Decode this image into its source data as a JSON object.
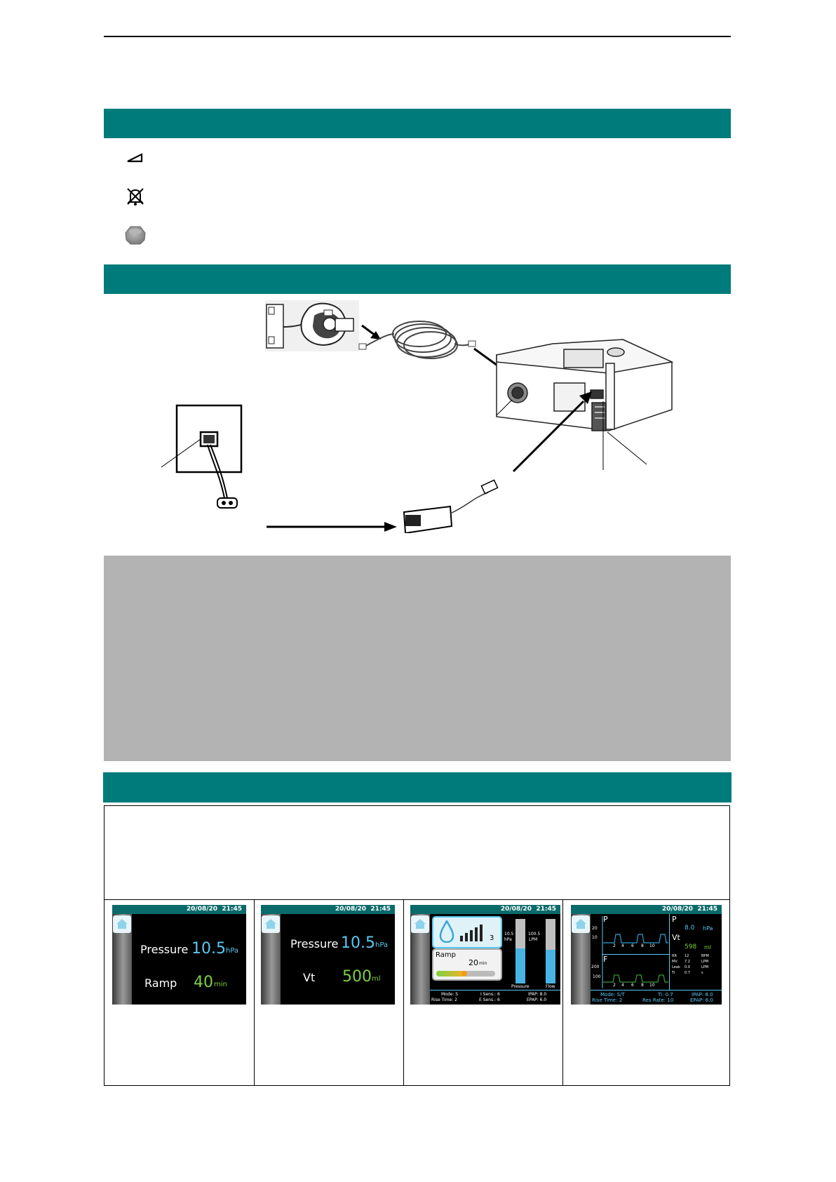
{
  "screens": {
    "screen1": {
      "date": "20/08/20",
      "time": "21:45",
      "pressure_label": "Pressure",
      "pressure_value": "10.5",
      "pressure_unit": "hPa",
      "ramp_label": "Ramp",
      "ramp_value": "40",
      "ramp_unit": "min"
    },
    "screen2": {
      "date": "20/08/20",
      "time": "21:45",
      "pressure_label": "Pressure",
      "pressure_value": "10.5",
      "pressure_unit": "hPa",
      "vt_label": "Vt",
      "vt_value": "500",
      "vt_unit": "ml"
    },
    "screen3": {
      "date": "20/08/20",
      "time": "21:45",
      "humidifier_level": "3",
      "ramp_label": "Ramp",
      "ramp_value": "20",
      "ramp_unit": "min",
      "pressure_value": "10.5",
      "pressure_unit": "hPa",
      "flow_value": "100.5",
      "flow_unit": "LPM",
      "pressure_bar_label": "Pressure",
      "flow_bar_label": "Flow",
      "mode": "Mode: S",
      "rise_time": "Rise Time: 2",
      "i_sens": "I Sens.: 6",
      "e_sens": "E Sens.: 6",
      "ipap": "IPAP: 8.0",
      "epap": "EPAP: 6.0"
    },
    "screen4": {
      "date": "20/08/20",
      "time": "21:45",
      "p_label": "P",
      "f_label": "F",
      "p_axis": [
        "20",
        "10"
      ],
      "f_axis": [
        "200",
        "100"
      ],
      "x_ticks": [
        "2",
        "4",
        "6",
        "8",
        "10"
      ],
      "p_value_label": "P",
      "p_value": "8.0",
      "p_unit": "hPa",
      "vt_label": "Vt",
      "vt_value": "598",
      "vt_unit": "ml",
      "stats": [
        {
          "name": "RR",
          "value": "12",
          "unit": "BPM"
        },
        {
          "name": "MV",
          "value": "7.2",
          "unit": "LPM"
        },
        {
          "name": "Leak",
          "value": "0.0",
          "unit": "LPM"
        },
        {
          "name": "Ti",
          "value": "0.7",
          "unit": "s"
        }
      ],
      "mode": "Mode: S/T",
      "rise_time": "Rise Time: 2",
      "ti": "Ti: 0.7",
      "res_rate": "Res Rate: 10",
      "ipap": "IPAP: 8.0",
      "epap": "EPAP: 6.0"
    }
  }
}
